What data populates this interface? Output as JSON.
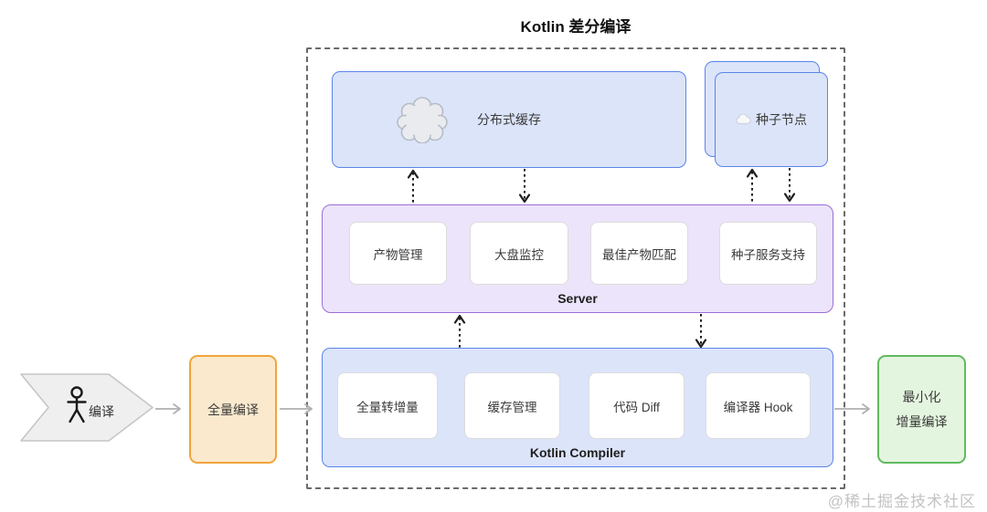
{
  "title": "Kotlin 差分编译",
  "watermark": "@稀土掘金技术社区",
  "colors": {
    "blue_border": "#5a85e8",
    "blue_fill": "#dce4fa",
    "purple_border": "#9b6fd6",
    "purple_fill": "#ece4fa",
    "module_border": "#dcdcdc",
    "module_fill": "#ffffff",
    "orange_border": "#f0a43c",
    "orange_fill": "#fbe9ce",
    "green_border": "#61ba5e",
    "green_fill": "#e4f5df",
    "shape_fill": "#efefef",
    "shape_border": "#c6c6c6",
    "arrow_dark": "#1f1f1f",
    "arrow_gray": "#b1b1b1",
    "frame_border": "#6a6a6a",
    "text": "#3a3a3a",
    "watermark_color": "#c3c3c3"
  },
  "nodes": {
    "cache": {
      "label": "分布式缓存",
      "icon": "cloud-icon"
    },
    "seed": {
      "label": "种子节点",
      "icon": "cloud-icon"
    },
    "trigger": {
      "label": "编译",
      "icon": "person-icon"
    },
    "full_build": {
      "label": "全量编译"
    },
    "result": {
      "line1": "最小化",
      "line2": "增量编译"
    }
  },
  "server": {
    "label": "Server",
    "modules": [
      "产物管理",
      "大盘监控",
      "最佳产物匹配",
      "种子服务支持"
    ]
  },
  "compiler": {
    "label": "Kotlin Compiler",
    "modules": [
      "全量转增量",
      "缓存管理",
      "代码 Diff",
      "编译器 Hook"
    ]
  }
}
